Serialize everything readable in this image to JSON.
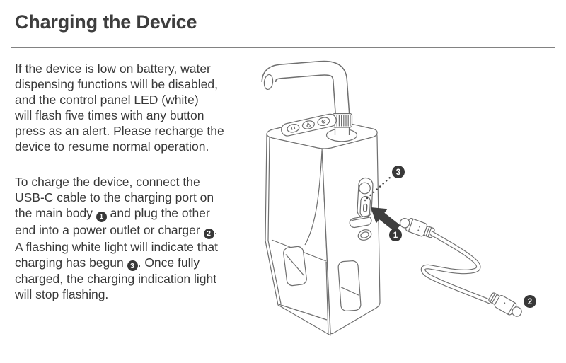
{
  "header": {
    "title": "Charging the Device"
  },
  "body": {
    "paragraph1": "If the device is low on battery, water\ndispensing functions will be disabled,\nand the control panel LED (white)\nwill flash five times with any button\npress as an alert. Please recharge the\ndevice to resume normal operation.",
    "paragraph2_parts": [
      {
        "type": "text",
        "value": "To charge the device, connect the\nUSB-C cable to the charging port on\nthe main body "
      },
      {
        "type": "badge",
        "value": "1"
      },
      {
        "type": "text",
        "value": " and plug the other\nend into a power outlet or charger "
      },
      {
        "type": "badge",
        "value": "2"
      },
      {
        "type": "text",
        "value": ".\nA flashing white light will indicate that\ncharging has begun "
      },
      {
        "type": "badge",
        "value": "3"
      },
      {
        "type": "text",
        "value": ". Once fully\ncharged, the charging indication light\nwill stop flashing."
      }
    ]
  },
  "diagram": {
    "callouts": {
      "charging_port": "1",
      "charger_end": "2",
      "indicator_light": "3"
    },
    "icons": [
      "water-pump-device",
      "usb-c-cable",
      "insert-arrow",
      "callout-badge"
    ],
    "colors": {
      "ink": "#3a3a3a",
      "line_art": "#6f6f6f",
      "badge_fill": "#383838",
      "rule": "#828282"
    }
  }
}
